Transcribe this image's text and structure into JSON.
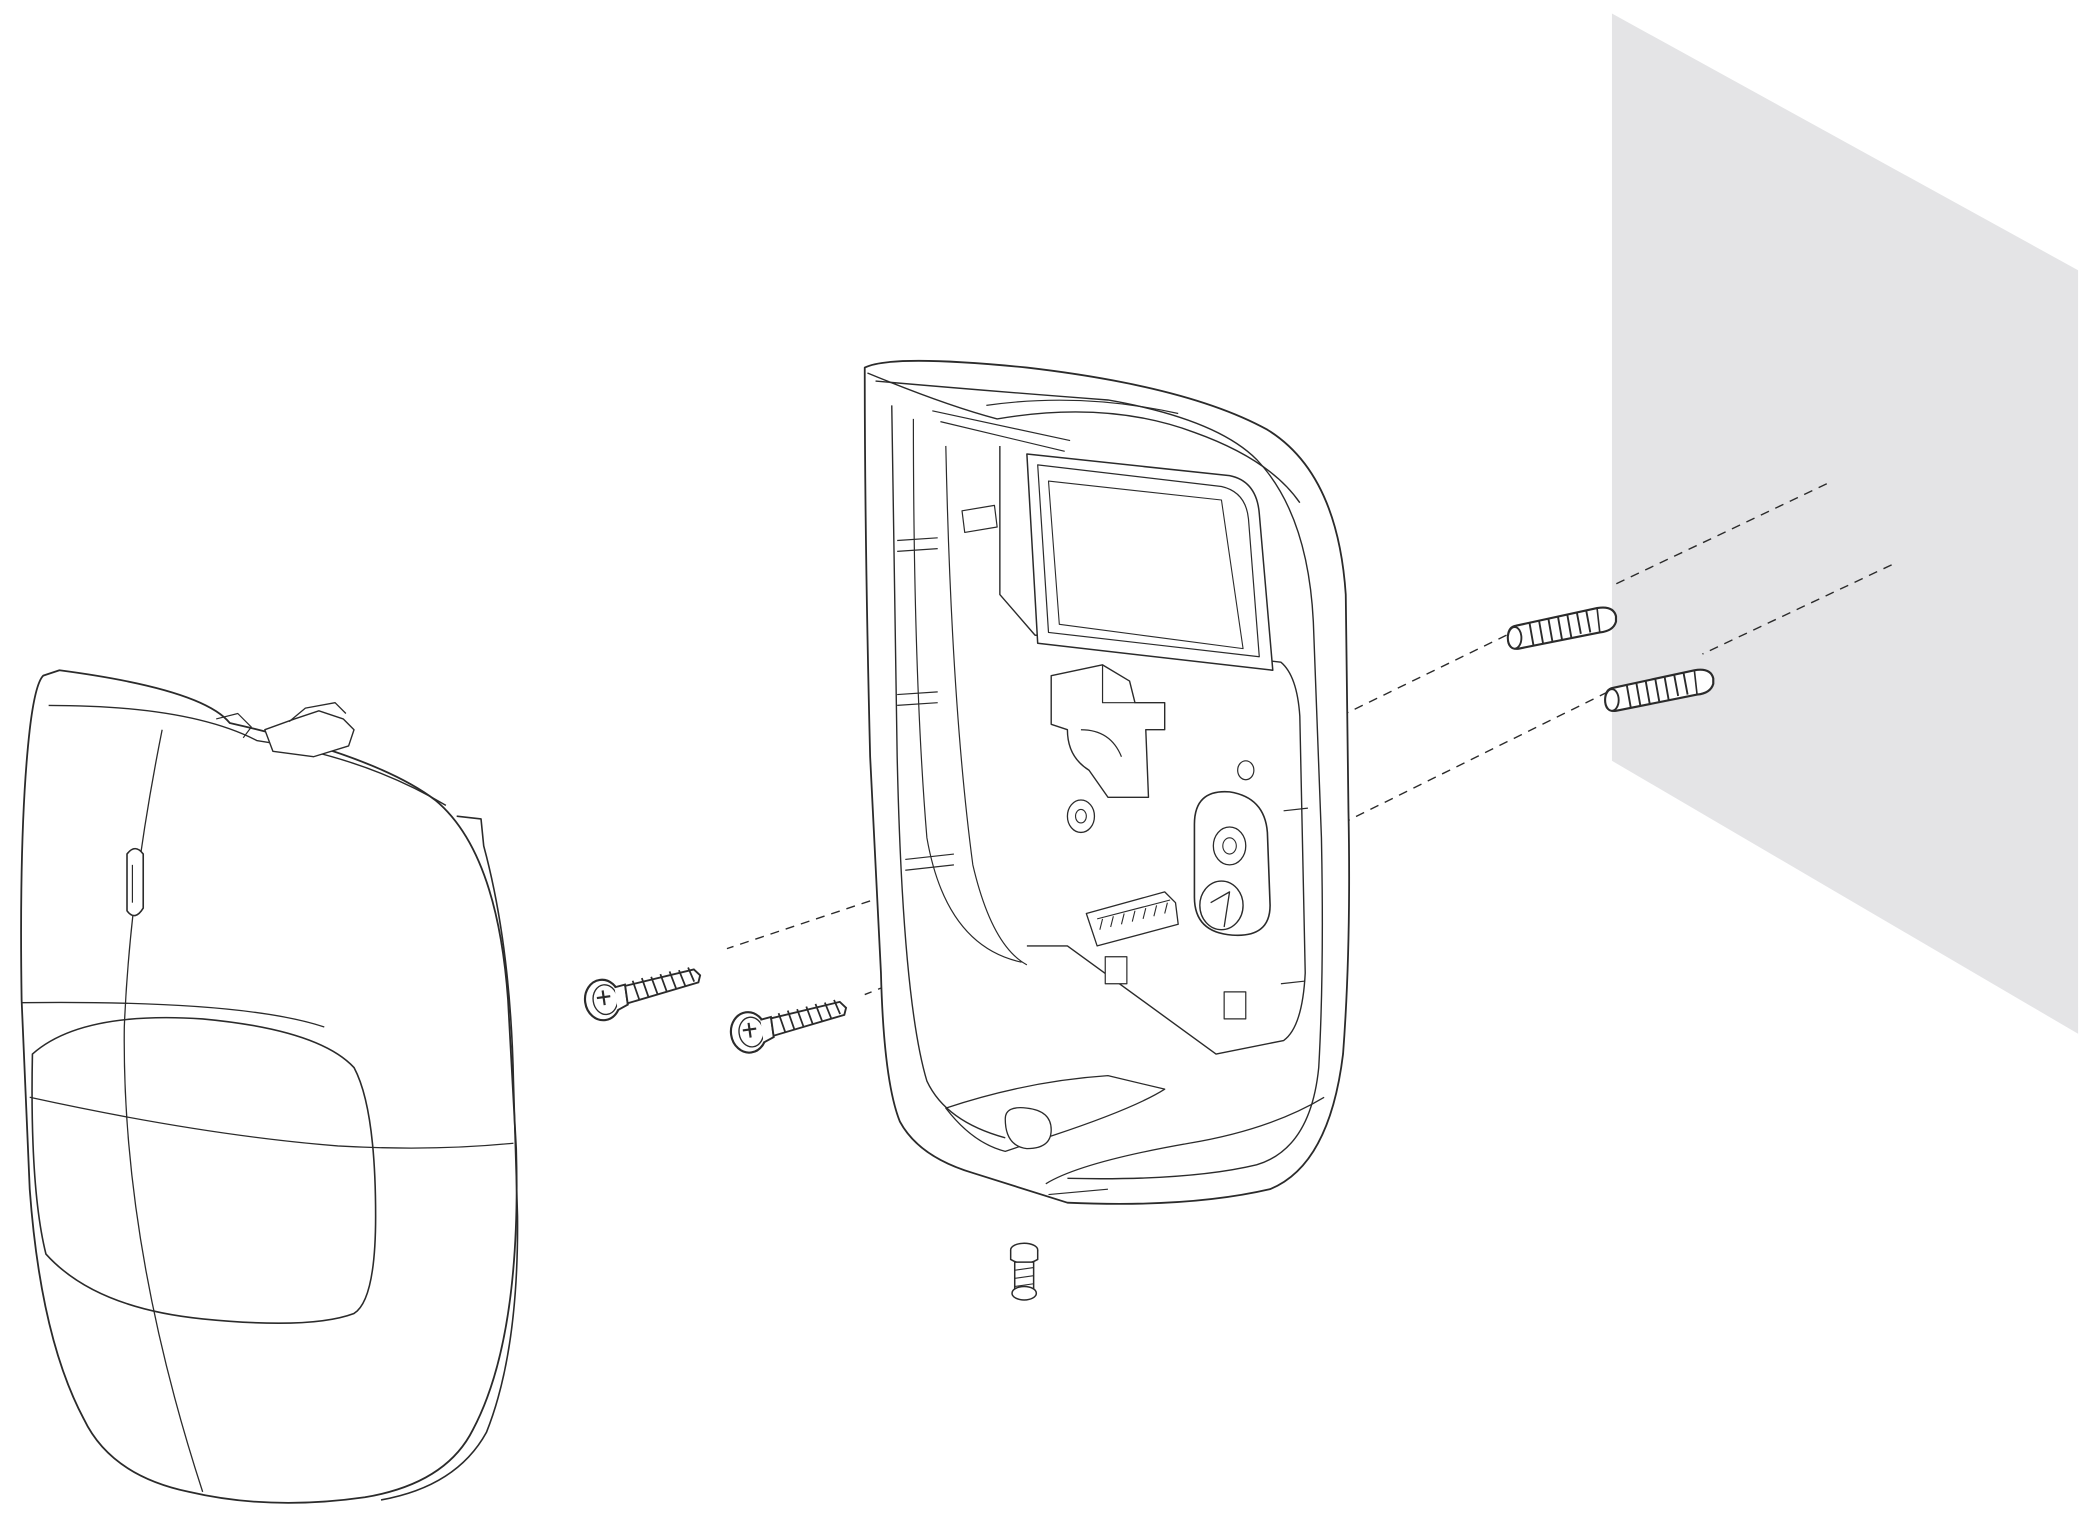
{
  "diagram": {
    "type": "exploded-assembly",
    "colors": {
      "line": "#2b2b2b",
      "wall": "#e4e4e6",
      "background": "#ffffff"
    },
    "parts": [
      {
        "name": "front-cover",
        "count": 1
      },
      {
        "name": "back-housing",
        "count": 1
      },
      {
        "name": "mounting-screw",
        "count": 2
      },
      {
        "name": "wall-anchor",
        "count": 2
      },
      {
        "name": "small-locking-screw",
        "count": 1
      },
      {
        "name": "wall",
        "count": 1
      }
    ]
  }
}
